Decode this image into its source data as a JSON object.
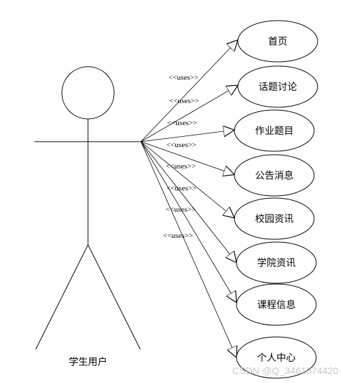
{
  "diagram": {
    "actor": {
      "name": "学生用户"
    },
    "relation_label": "<<uses>>",
    "use_cases": [
      {
        "label": "首页"
      },
      {
        "label": "话题讨论"
      },
      {
        "label": "作业题目"
      },
      {
        "label": "公告消息"
      },
      {
        "label": "校园资讯"
      },
      {
        "label": "学院资讯"
      },
      {
        "label": "课程信息"
      },
      {
        "label": "个人中心"
      }
    ]
  },
  "watermark": "CSDN @Q_3461074420"
}
